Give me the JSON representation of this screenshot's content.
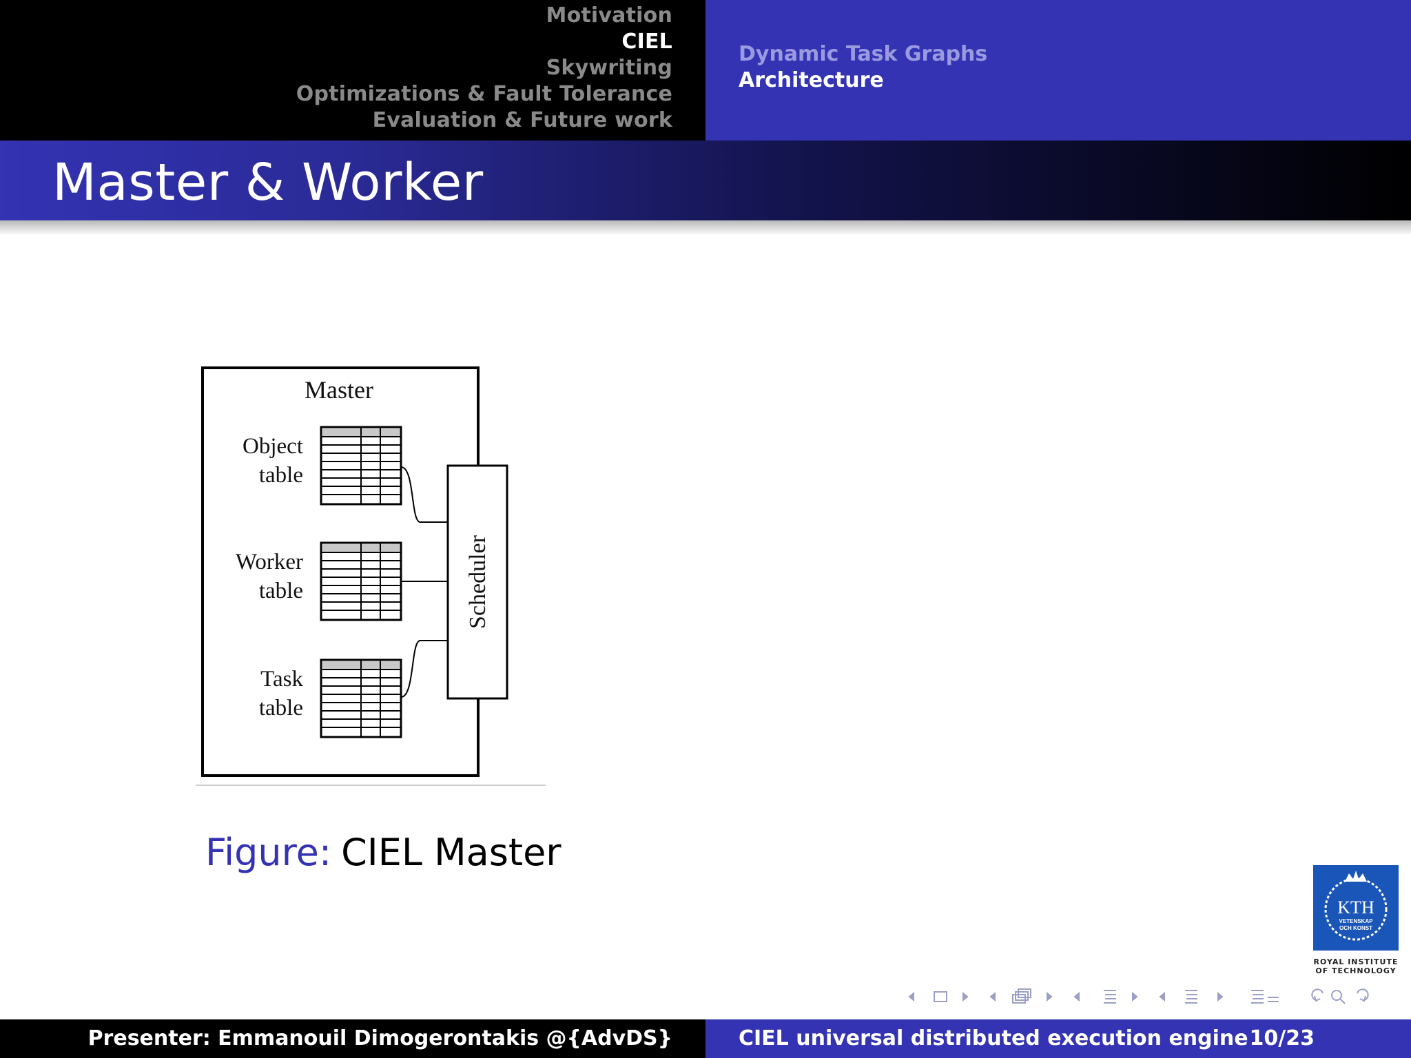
{
  "header": {
    "sections": [
      {
        "label": "Motivation",
        "active": false
      },
      {
        "label": "CIEL",
        "active": true
      },
      {
        "label": "Skywriting",
        "active": false
      },
      {
        "label": "Optimizations & Fault Tolerance",
        "active": false
      },
      {
        "label": "Evaluation & Future work",
        "active": false
      }
    ],
    "subsections": [
      {
        "label": "Dynamic Task Graphs",
        "active": false
      },
      {
        "label": "Architecture",
        "active": true
      }
    ]
  },
  "frame": {
    "title": "Master & Worker"
  },
  "figure": {
    "master_label": "Master",
    "tables": [
      {
        "line1": "Object",
        "line2": "table"
      },
      {
        "line1": "Worker",
        "line2": "table"
      },
      {
        "line1": "Task",
        "line2": "table"
      }
    ],
    "scheduler_label": "Scheduler",
    "caption_label": "Figure:",
    "caption_text": "CIEL Master"
  },
  "logo": {
    "text": "KTH",
    "sub1": "VETENSKAP",
    "sub2": "OCH KONST",
    "line1": "ROYAL INSTITUTE",
    "line2": "OF TECHNOLOGY"
  },
  "footer": {
    "presenter": "Presenter: Emmanouil Dimogerontakis @{AdvDS}",
    "title": "CIEL universal distributed execution engine",
    "page": "10/23"
  },
  "colors": {
    "accent": "#3333b3",
    "black": "#000000"
  },
  "nav_icons": [
    "frame-back-icon",
    "frame-icon",
    "frame-forward-icon",
    "subsection-back-icon",
    "subsection-icon",
    "subsection-forward-icon",
    "section-back-icon",
    "section-icon",
    "section-forward-icon",
    "document-back-icon",
    "document-icon",
    "document-forward-icon",
    "appendix-icon",
    "back-icon",
    "search-icon",
    "forward-icon"
  ]
}
